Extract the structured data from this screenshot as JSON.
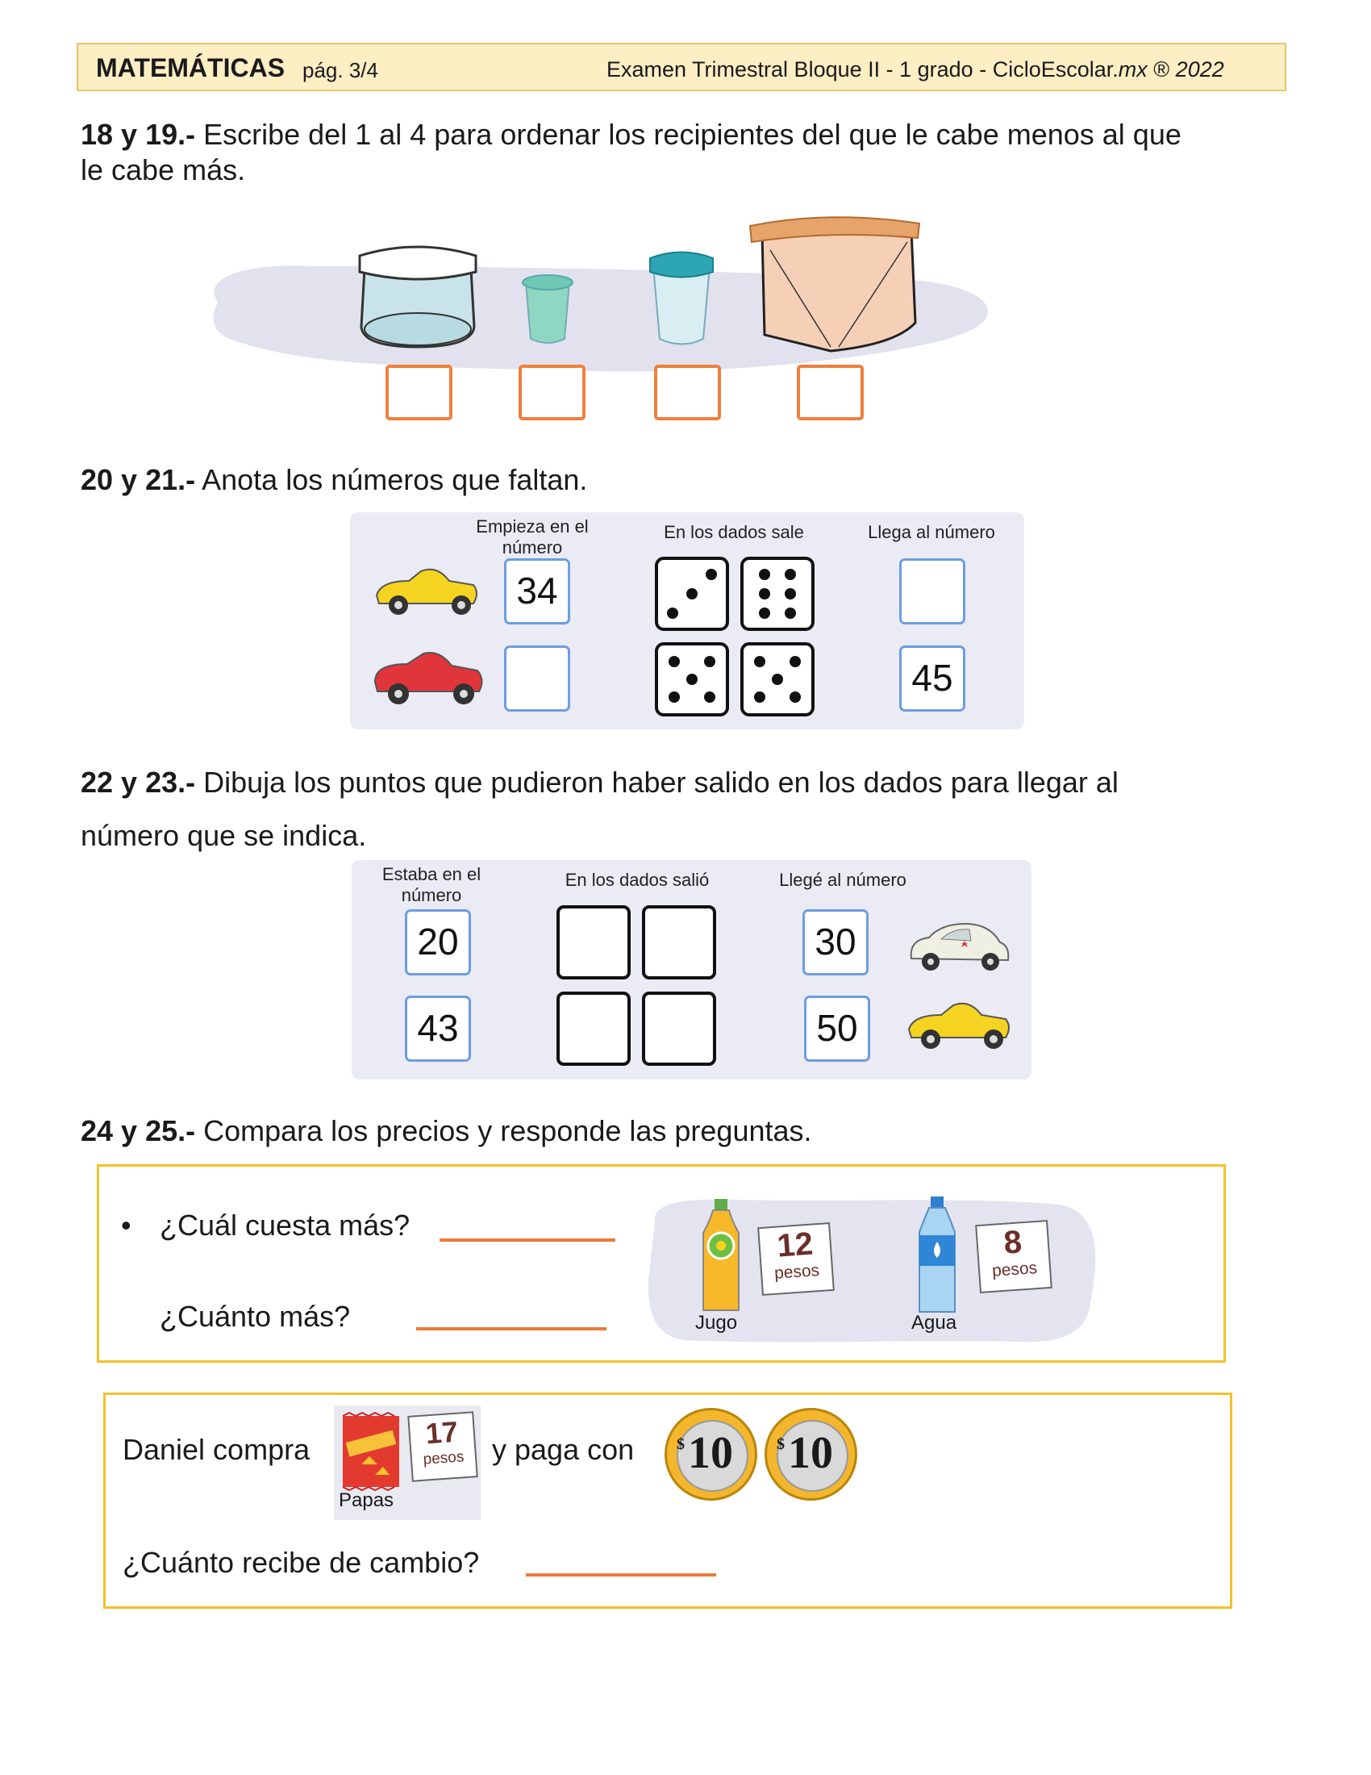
{
  "header": {
    "subject": "MATEMÁTICAS",
    "page": "pág. 3/4",
    "exam_prefix": "Examen Trimestral Bloque II - 1 grado - CicloEscolar.",
    "exam_mx": "mx",
    "exam_reg": " ® ",
    "exam_year": "2022"
  },
  "q18": {
    "number": "18 y 19.-",
    "text": " Escribe del 1 al 4 para ordenar los recipientes del que le cabe menos al que",
    "text2": "le cabe más."
  },
  "q20": {
    "number": "20 y 21.-",
    "text": " Anota los números que faltan.",
    "col1": "Empieza en el",
    "col1b": "número",
    "col2": "En los dados sale",
    "col3": "Llega al número",
    "row1_start": "34",
    "row1_end": "",
    "row2_start": "",
    "row2_end": "45"
  },
  "q22": {
    "number": "22 y 23.-",
    "text": " Dibuja los puntos que pudieron haber salido en los dados para llegar al",
    "text2": "número que se indica.",
    "col1": "Estaba en el",
    "col1b": "número",
    "col2": "En los dados salió",
    "col3": "Llegé al número",
    "row1_start": "20",
    "row1_end": "30",
    "row2_start": "43",
    "row2_end": "50"
  },
  "q24": {
    "number": "24 y 25.-",
    "text": " Compara los precios y responde las preguntas.",
    "bullet": "•",
    "question1": "¿Cuál cuesta más?",
    "question2": "¿Cuánto más?",
    "item1_price": "12",
    "item1_unit": "pesos",
    "item1_name": "Jugo",
    "item2_price": "8",
    "item2_unit": "pesos",
    "item2_name": "Agua",
    "daniel_text": "Daniel compra",
    "papas_price": "17",
    "papas_unit": "pesos",
    "papas_name": "Papas",
    "pays_text": "y paga con",
    "coin_symbol": "$",
    "coin_value": "10",
    "change_question": "¿Cuánto recibe de cambio?"
  },
  "colors": {
    "header_bg": "#fdeec4",
    "answer_box": "#ef7f3c",
    "number_box": "#6d9de0",
    "frame": "#f3c22c"
  }
}
